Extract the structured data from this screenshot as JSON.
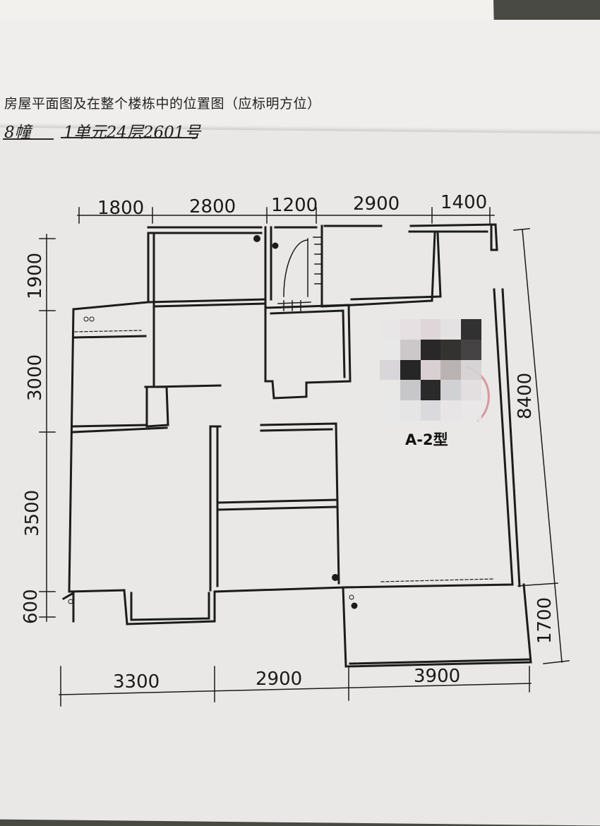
{
  "form": {
    "heading": "房屋平面图及在整个楼栋中的位置图（应标明方位）",
    "handwritten_building": "8幢",
    "handwritten_unit_floor_room": "1单元24层2601号"
  },
  "plan": {
    "type_label": "A-2型",
    "top_dimensions": [
      "1800",
      "2800",
      "1200",
      "2900",
      "1400"
    ],
    "left_dimensions": [
      "1900",
      "3000",
      "3500",
      "600"
    ],
    "bottom_dimensions": [
      "3300",
      "2900",
      "3900"
    ],
    "right_dimensions": [
      "8400",
      "1700"
    ]
  },
  "colors": {
    "wall": "#1c1c1c",
    "paper": "#e9e8e6",
    "stamp_red": "#c8484f"
  }
}
